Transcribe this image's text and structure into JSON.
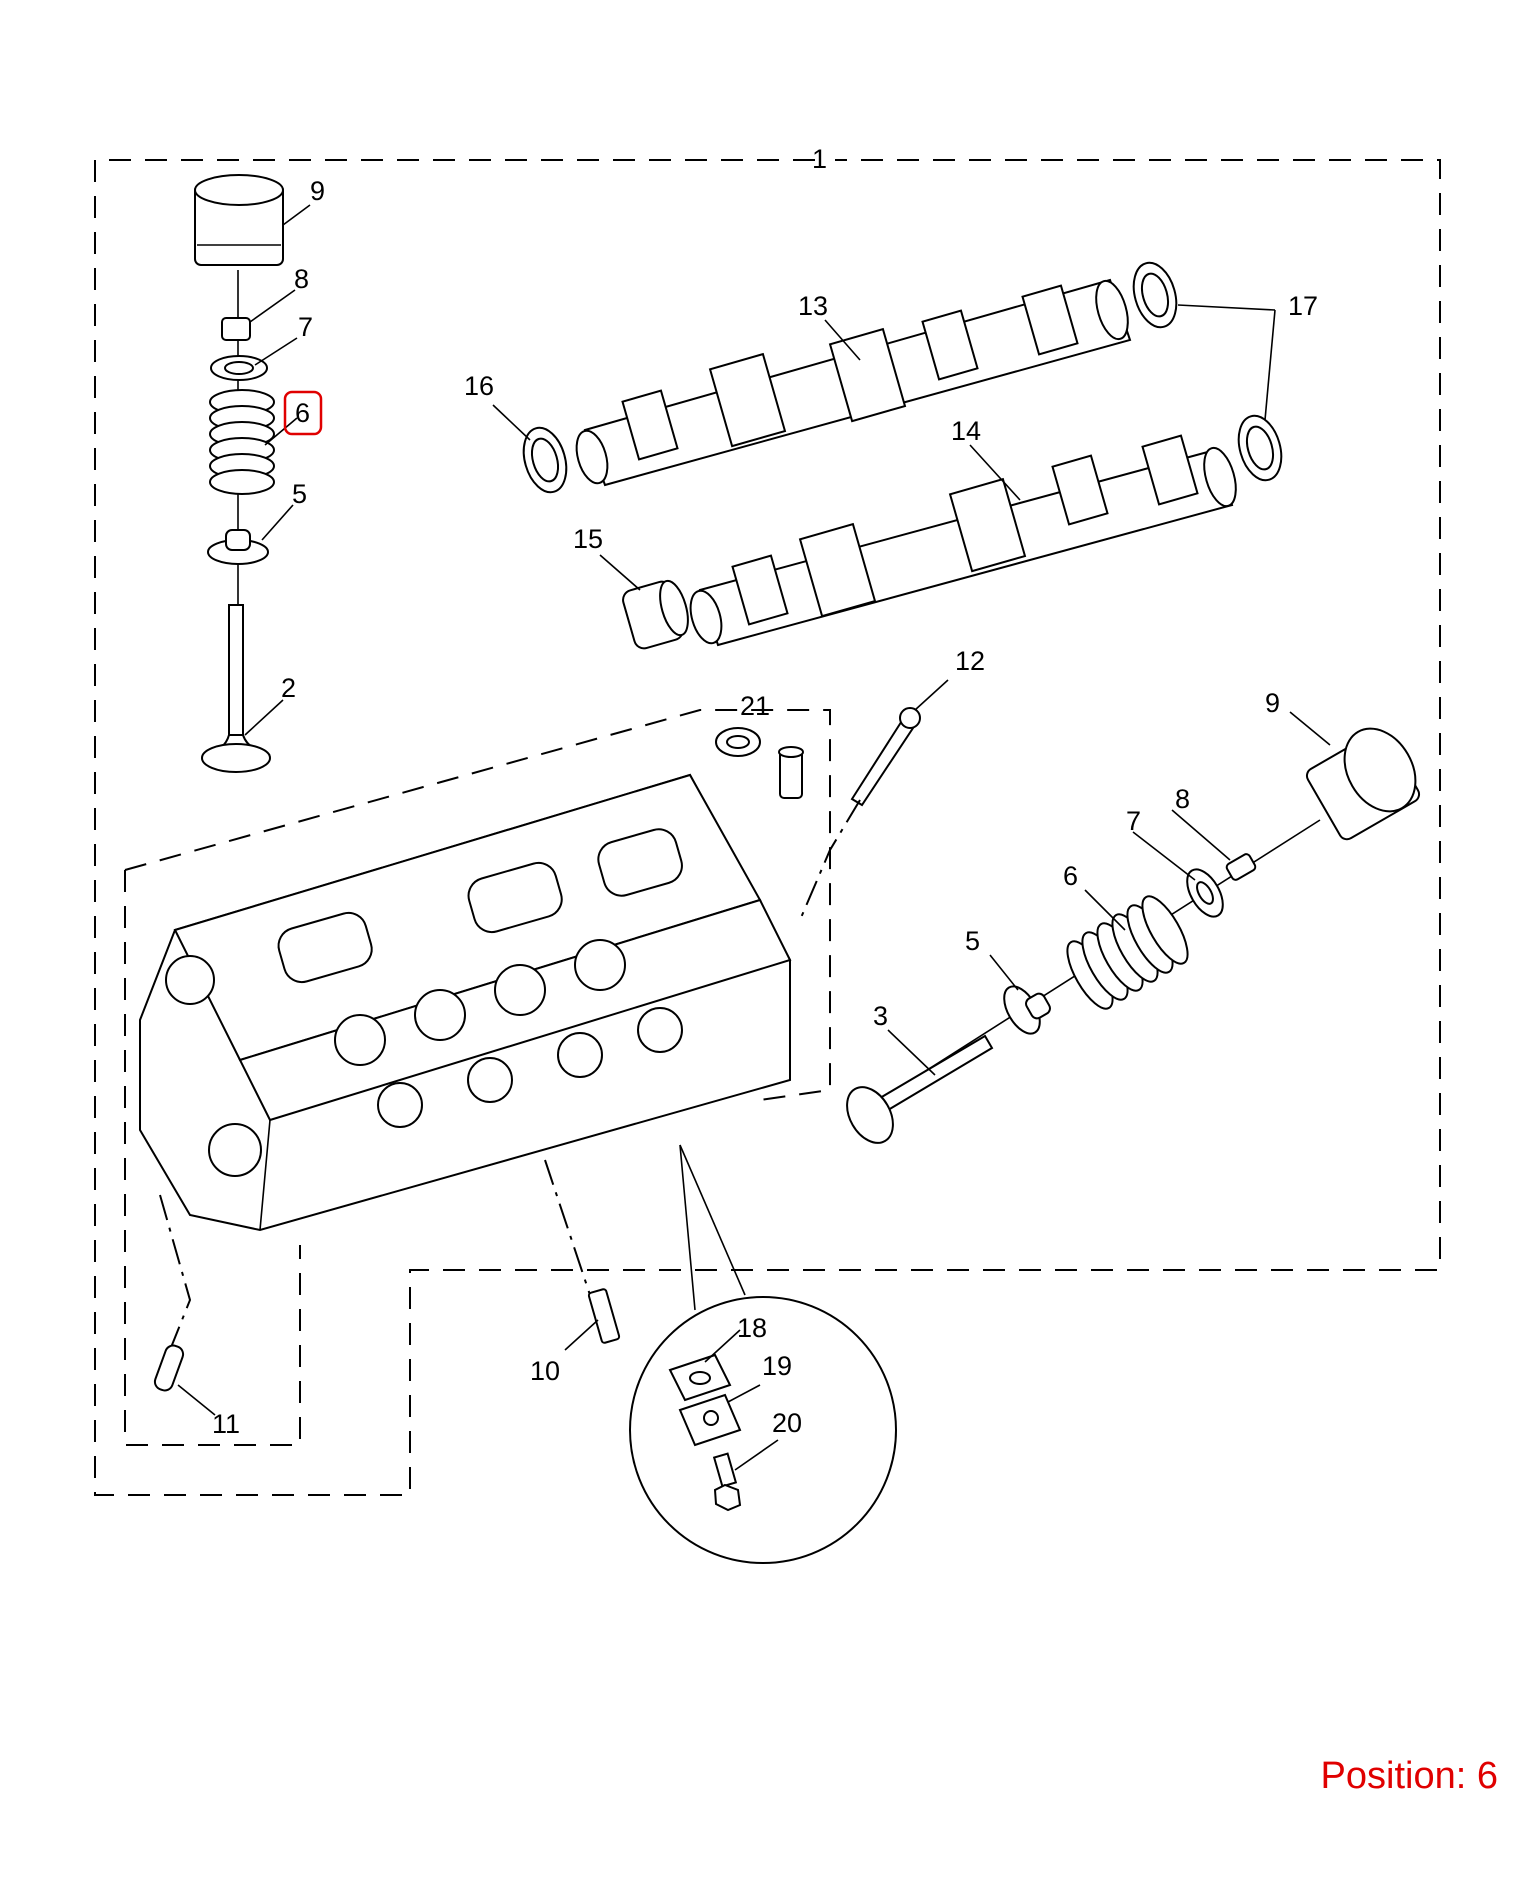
{
  "diagram": {
    "highlight_color": "#e00000",
    "labels": {
      "assembly": "1",
      "valve_left": "2",
      "valve_right": "3",
      "seat_left": "5",
      "seat_right": "5",
      "spring_left": "6",
      "spring_right": "6",
      "retainer_left": "7",
      "retainer_right": "7",
      "collet_left": "8",
      "collet_right": "8",
      "tappet_left": "9",
      "tappet_right": "9",
      "stud": "10",
      "dowel": "11",
      "bolt": "12",
      "camshaft_upper": "13",
      "camshaft_lower": "14",
      "cap_plug": "15",
      "seal_left": "16",
      "seal_right": "17",
      "plate_a": "18",
      "plate_b": "19",
      "screw": "20",
      "guide_kit": "21"
    },
    "highlighted": "6"
  },
  "footer": {
    "position_text": "Position: 6"
  }
}
